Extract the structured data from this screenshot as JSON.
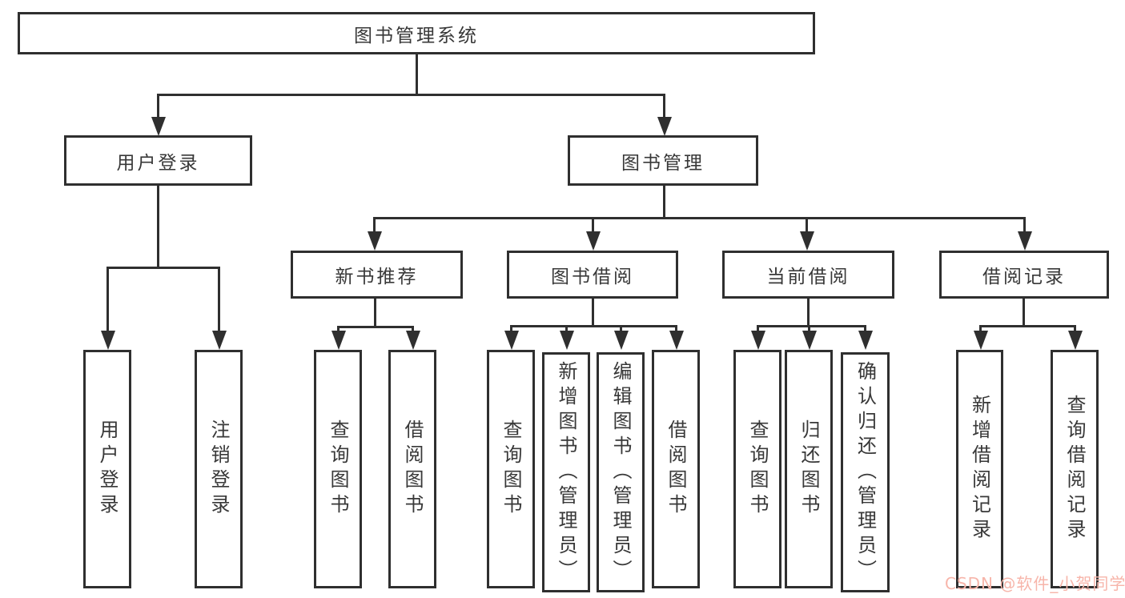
{
  "tree": {
    "root": "图书管理系统",
    "login": {
      "label": "用户登录",
      "children": [
        "用户登录",
        "注销登录"
      ]
    },
    "mgmt": {
      "label": "图书管理",
      "groups": [
        {
          "label": "新书推荐",
          "children": [
            "查询图书",
            "借阅图书"
          ]
        },
        {
          "label": "图书借阅",
          "children": [
            "查询图书",
            "新增图书（管理员）",
            "编辑图书（管理员）",
            "借阅图书"
          ]
        },
        {
          "label": "当前借阅",
          "children": [
            "查询图书",
            "归还图书",
            "确认归还（管理员）"
          ]
        },
        {
          "label": "借阅记录",
          "children": [
            "新增借阅记录",
            "查询借阅记录"
          ]
        }
      ]
    }
  },
  "watermark": "CSDN @软件_小贺同学",
  "colors": {
    "line": "#2f2f2f",
    "text": "#383838",
    "watermark": "#f7b5aa",
    "background": "#ffffff"
  }
}
